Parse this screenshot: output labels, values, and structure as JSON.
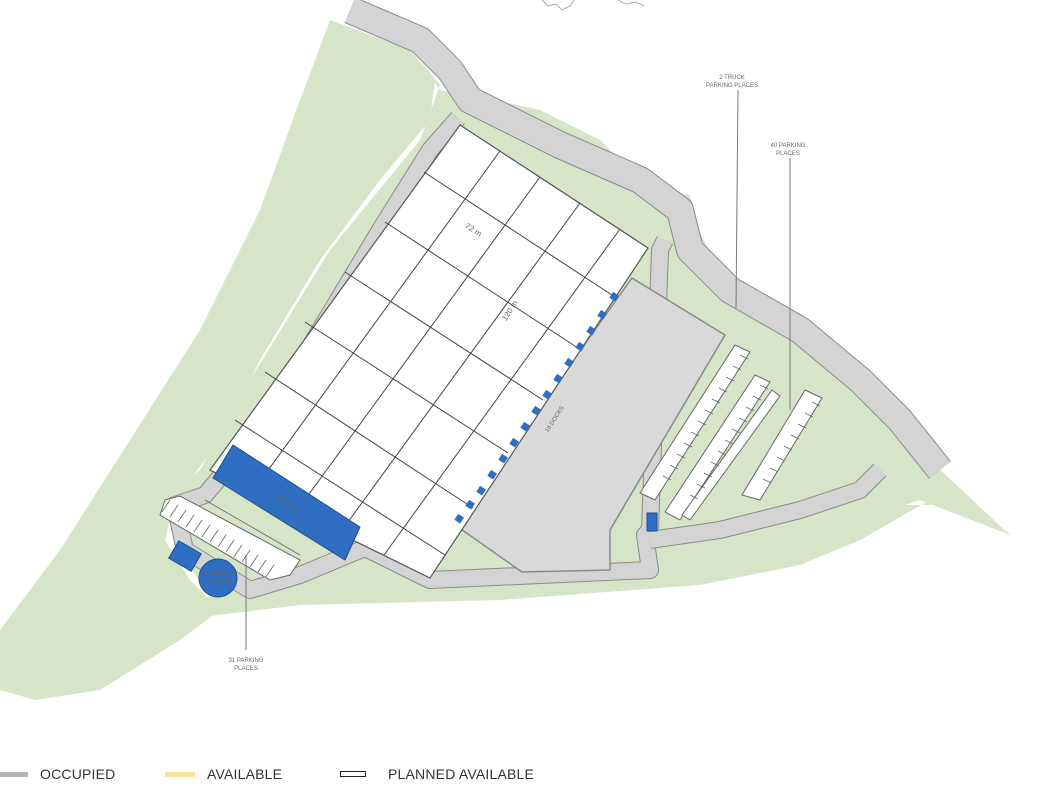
{
  "labels": {
    "dim_width": "72 m",
    "dim_length": "120 m",
    "docks": "16 DOCKS",
    "office": "OFFICE",
    "sprinkler_line1": "SPRINKLER",
    "sprinkler_line2": "STATION",
    "truck_line1": "2 TRUCK",
    "truck_line2": "PARKING PLACES",
    "parking40_line1": "40 PARKING",
    "parking40_line2": "PLACES",
    "parking31_line1": "31 PARKING",
    "parking31_line2": "PLACES"
  },
  "legend": {
    "occupied": "OCCUPIED",
    "available": "AVAILABLE",
    "planned_available": "PLANNED AVAILABLE"
  },
  "colors": {
    "green": "#d6e5c8",
    "road": "#d4d4d4",
    "road_edge": "#8a8a8a",
    "yard": "#d9d9d9",
    "blue": "#2f6ec0",
    "occupied": "#b3b3b3",
    "available": "#f7e39a"
  }
}
